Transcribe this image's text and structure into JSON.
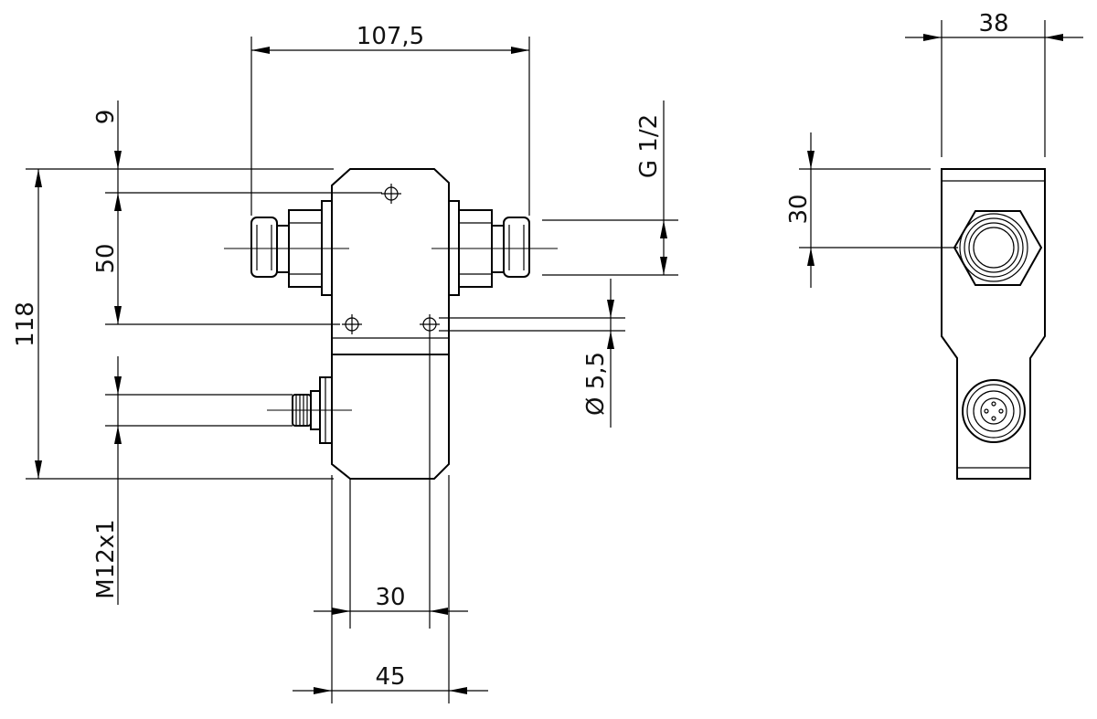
{
  "dimensions": {
    "overall_width": "107,5",
    "top_offset": "9",
    "hole_spacing": "50",
    "overall_height": "118",
    "thread_size": "G 1/2",
    "hole_diameter": "Ø 5,5",
    "connector_thread": "M12x1",
    "body_width_inner": "30",
    "body_width_outer": "45",
    "side_width": "38",
    "side_height": "30"
  }
}
